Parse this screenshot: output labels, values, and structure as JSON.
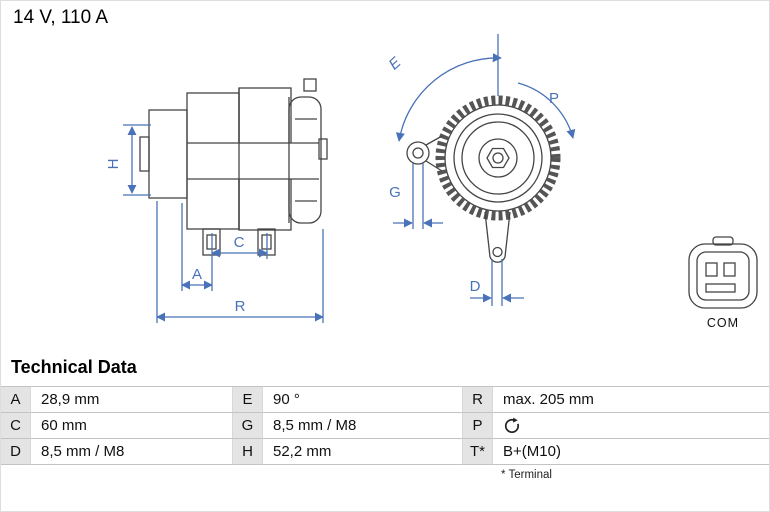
{
  "page": {
    "title": "14 V, 110 A"
  },
  "diagram": {
    "dimension_labels": {
      "H": "H",
      "A": "A",
      "C": "C",
      "R": "R",
      "E": "E",
      "G": "G",
      "P": "P",
      "D": "D"
    },
    "connector_label": "COM",
    "colors": {
      "dimension": "#4a72b8",
      "drawing": "#454545"
    }
  },
  "technical_data": {
    "heading": "Technical Data",
    "rows": [
      {
        "cells": [
          {
            "key": "A",
            "value": "28,9 mm"
          },
          {
            "key": "E",
            "value": "90 °"
          },
          {
            "key": "R",
            "value": "max. 205 mm"
          }
        ]
      },
      {
        "cells": [
          {
            "key": "C",
            "value": "60 mm"
          },
          {
            "key": "G",
            "value": "8,5 mm / M8"
          },
          {
            "key": "P",
            "value": "",
            "icon": "rotation-direction-icon"
          }
        ]
      },
      {
        "cells": [
          {
            "key": "D",
            "value": "8,5 mm / M8"
          },
          {
            "key": "H",
            "value": "52,2 mm"
          },
          {
            "key": "T*",
            "value": "B+(M10)"
          }
        ]
      }
    ],
    "footnote": "* Terminal"
  }
}
